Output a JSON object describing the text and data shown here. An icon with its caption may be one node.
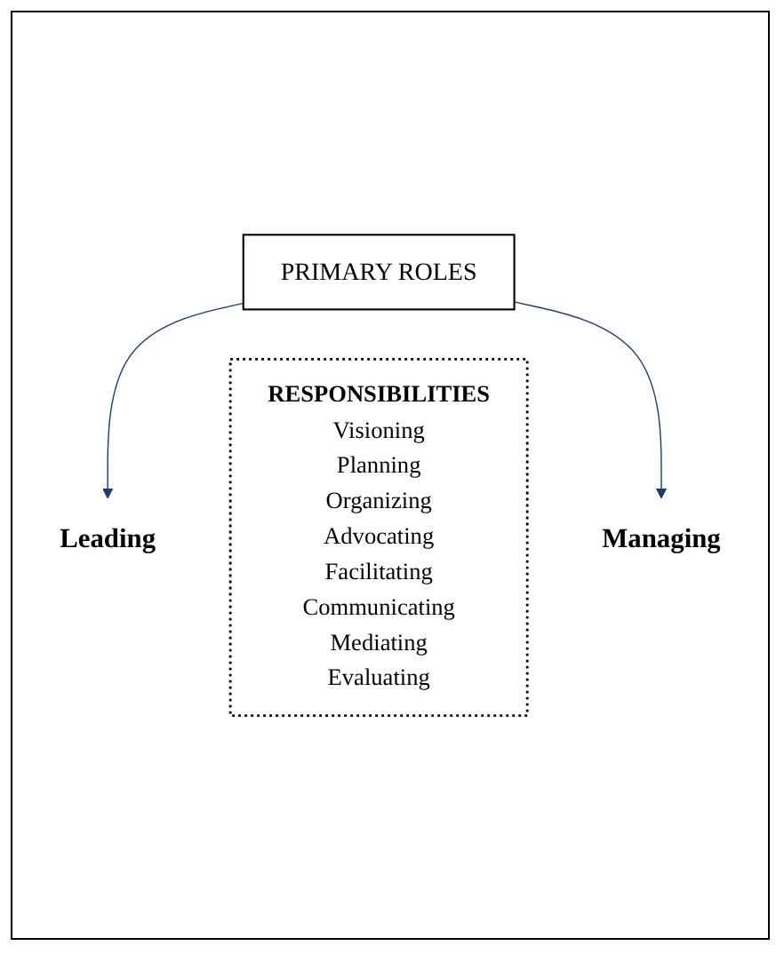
{
  "diagram": {
    "nodes": [
      {
        "text": [
          "PRIMARY ROLES"
        ]
      },
      {
        "text": [
          "Leading"
        ]
      },
      {
        "text": [
          "RESPONSIBILITIES",
          "Visioning",
          "Planning",
          "Organizing",
          "Advocating",
          "Facilitating",
          "Communicating",
          "Mediating",
          "Evaluating"
        ]
      },
      {
        "text": [
          "Managing"
        ]
      }
    ],
    "edges": [
      {
        "from": 0,
        "to": 1,
        "arrow": "to"
      },
      {
        "from": 0,
        "to": 3,
        "arrow": "to"
      }
    ]
  }
}
